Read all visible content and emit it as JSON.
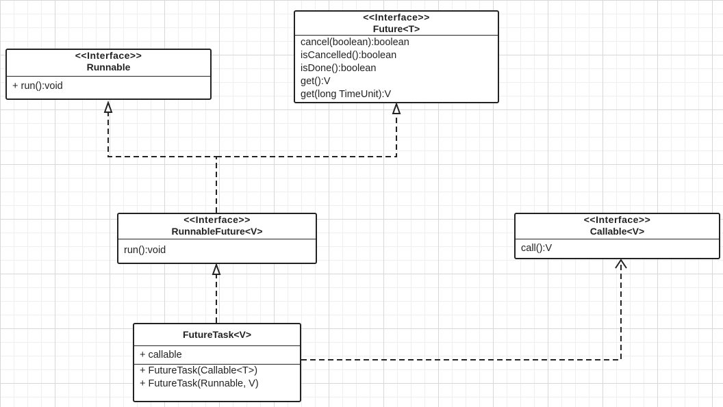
{
  "runnable": {
    "stereotype": "<<Interface>>",
    "name": "Runnable",
    "members": [
      "+ run():void"
    ]
  },
  "future": {
    "stereotype": "<<Interface>>",
    "name": "Future<T>",
    "members": [
      "cancel(boolean):boolean",
      "isCancelled():boolean",
      "isDone():boolean",
      "get():V",
      "get(long TimeUnit):V"
    ]
  },
  "runnable_future": {
    "stereotype": "<<Interface>>",
    "name": "RunnableFuture<V>",
    "members": [
      "run():void"
    ]
  },
  "callable": {
    "stereotype": "<<Interface>>",
    "name": "Callable<V>",
    "members": [
      "call():V"
    ]
  },
  "future_task": {
    "name": "FutureTask<V>",
    "attributes": [
      "+ callable"
    ],
    "methods": [
      "+ FutureTask(Callable<T>)",
      "+ FutureTask(Runnable, V)"
    ]
  }
}
